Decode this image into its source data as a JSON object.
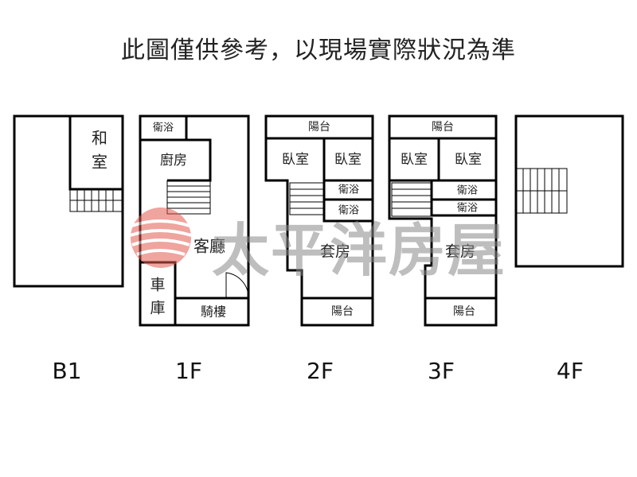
{
  "disclaimer": "此圖僅供參考，以現場實際狀況為準",
  "floors": {
    "b1": {
      "label": "B1",
      "rooms": {
        "washitsu_line1": "和",
        "washitsu_line2": "室"
      }
    },
    "f1": {
      "label": "1F",
      "rooms": {
        "bathroom": "衛浴",
        "kitchen": "廚房",
        "living": "客廳",
        "garage_line1": "車",
        "garage_line2": "庫",
        "arcade": "騎樓"
      }
    },
    "f2": {
      "label": "2F",
      "rooms": {
        "balcony_front": "陽台",
        "bedroom_1": "臥室",
        "bedroom_2": "臥室",
        "bathroom_1": "衛浴",
        "bathroom_2": "衛浴",
        "suite": "套房",
        "balcony_rear": "陽台"
      }
    },
    "f3": {
      "label": "3F",
      "rooms": {
        "balcony_front": "陽台",
        "bedroom_1": "臥室",
        "bedroom_2": "臥室",
        "bathroom_1": "衛浴",
        "bathroom_2": "衛浴",
        "suite": "套房",
        "balcony_rear": "陽台"
      }
    },
    "f4": {
      "label": "4F"
    }
  },
  "watermark": {
    "brand": "太平洋房屋",
    "logo": "pacific-realty-wave-logo"
  }
}
